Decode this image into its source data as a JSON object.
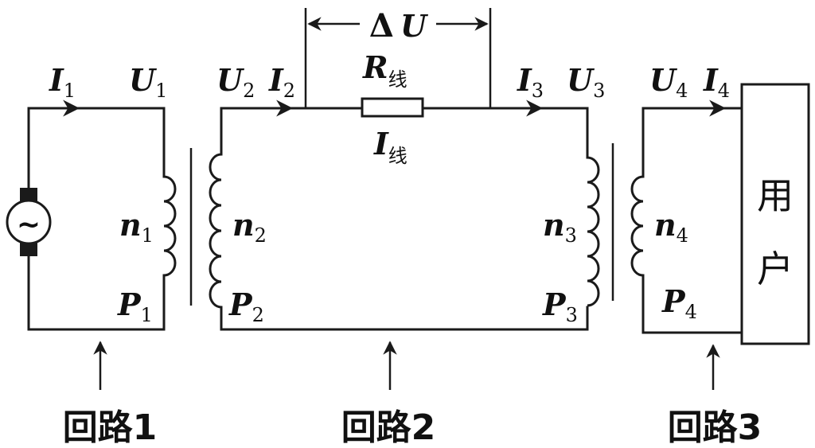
{
  "loop1": {
    "current": {
      "sym": "I",
      "sub": "1"
    },
    "voltage": {
      "sym": "U",
      "sub": "1"
    },
    "turns": {
      "sym": "n",
      "sub": "1"
    },
    "power": {
      "sym": "P",
      "sub": "1"
    },
    "label": "回路1"
  },
  "loop2": {
    "voltage_in": {
      "sym": "U",
      "sub": "2"
    },
    "current_in": {
      "sym": "I",
      "sub": "2"
    },
    "turns_in": {
      "sym": "n",
      "sub": "2"
    },
    "power_in": {
      "sym": "P",
      "sub": "2"
    },
    "current_out": {
      "sym": "I",
      "sub": "3"
    },
    "voltage_out": {
      "sym": "U",
      "sub": "3"
    },
    "turns_out": {
      "sym": "n",
      "sub": "3"
    },
    "power_out": {
      "sym": "P",
      "sub": "3"
    },
    "resistor": {
      "sym": "R",
      "sub": "线"
    },
    "line_current": {
      "sym": "I",
      "sub": "线"
    },
    "voltage_drop": {
      "delta": "Δ",
      "sym": "U"
    },
    "label": "回路2"
  },
  "loop3": {
    "voltage": {
      "sym": "U",
      "sub": "4"
    },
    "current": {
      "sym": "I",
      "sub": "4"
    },
    "turns": {
      "sym": "n",
      "sub": "4"
    },
    "power": {
      "sym": "P",
      "sub": "4"
    },
    "user_box": {
      "char1": "用",
      "char2": "户"
    },
    "label": "回路3"
  },
  "generator": {
    "symbol": "~"
  }
}
